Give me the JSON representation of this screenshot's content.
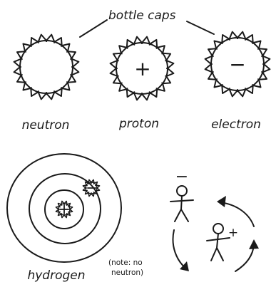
{
  "labels": {
    "header": "bottle caps",
    "neutron": "neutron",
    "proton": "proton",
    "electron": "electron",
    "hydrogen": "hydrogen",
    "note_line1": "(note: no",
    "note_line2": "neutron)"
  },
  "signs": {
    "proton": "+",
    "electron": "−",
    "figure_plus": "+",
    "figure_minus": "−"
  },
  "colors": {
    "ink": "#1a1a1a",
    "background": "#ffffff"
  }
}
